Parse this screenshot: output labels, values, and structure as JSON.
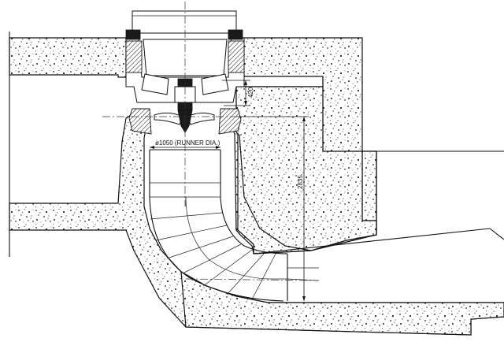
{
  "dimensions": {
    "runner_dia": "ø1050 (RUNNER DIA.)",
    "height_upper": "420",
    "height_total": "2835"
  },
  "colors": {
    "line": "#111111",
    "background": "#ffffff"
  }
}
